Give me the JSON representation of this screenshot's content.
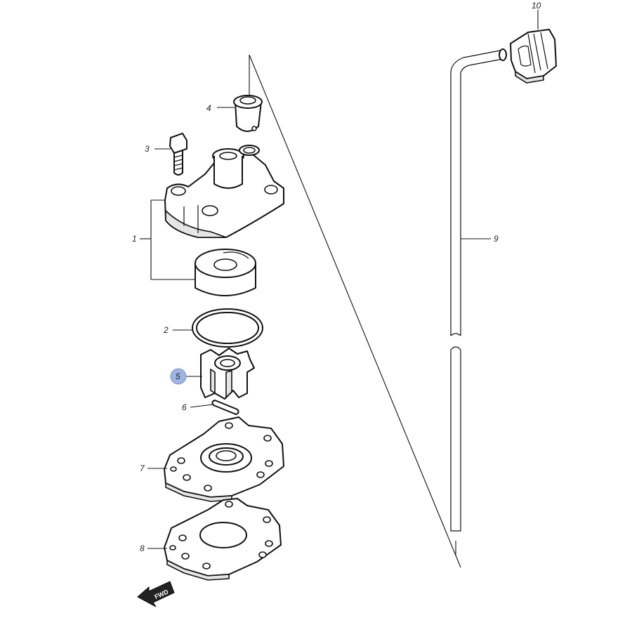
{
  "diagram": {
    "callouts": {
      "p1": "1",
      "p2": "2",
      "p3": "3",
      "p4": "4",
      "p5": "5",
      "p6": "6",
      "p7": "7",
      "p8": "8",
      "p9": "9",
      "p10": "10"
    },
    "fwd_label": "FWD",
    "highlight_color": "#9fb4e3"
  }
}
